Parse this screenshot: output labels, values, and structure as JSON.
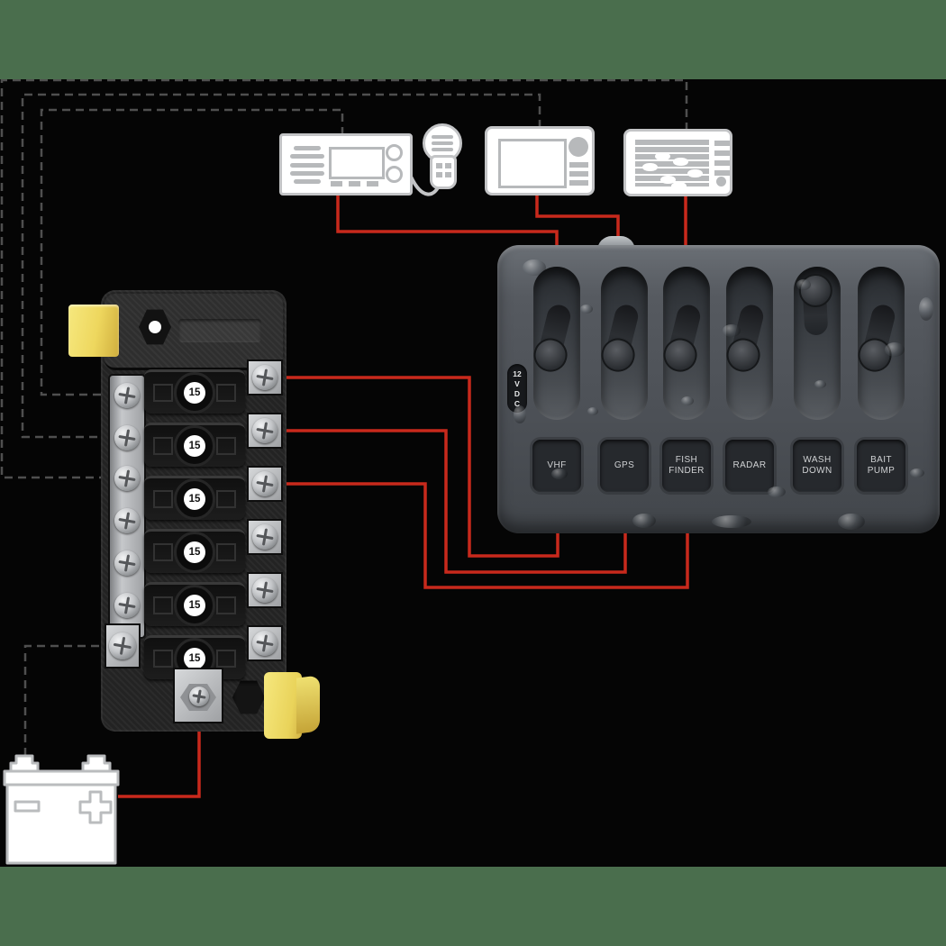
{
  "diagram_type": "marine 12V DC wiring diagram",
  "switch_panel": {
    "voltage_badge_chars": [
      "12",
      "V",
      "D",
      "C"
    ],
    "switch_labels": [
      "VHF",
      "GPS",
      "FISH\nFINDER",
      "RADAR",
      "WASH\nDOWN",
      "BAIT\nPUMP"
    ],
    "switch_count": 6
  },
  "fuse_block": {
    "fuse_ratings": [
      "15",
      "15",
      "15",
      "15",
      "15",
      "15"
    ],
    "circuit_count": 6
  },
  "icons": {
    "vhf_radio": "vhf-radio-icon",
    "handheld_mic": "handheld-mic-icon",
    "chartplotter": "chartplotter-icon",
    "fishfinder_display": "fishfinder-icon",
    "battery": "battery-icon",
    "battery_minus": "battery-minus-symbol",
    "battery_plus": "battery-plus-symbol",
    "toggle_switch": "toggle-switch-icon",
    "screw": "screw-icon"
  },
  "colors": {
    "positive_wire": "#c8291c",
    "negative_wire_dashed": "#4f4f4f",
    "panel_body": "#53575c",
    "label_plate": "#26292d",
    "label_text": "#cfd1d3",
    "fuse_block_body": "#232323",
    "terminal_silver": "#c6c8cb",
    "cover_yellow": "#eed75e",
    "device_outline": "#c3c4c6",
    "background": "#050505",
    "band_green": "#4a6e4d"
  }
}
